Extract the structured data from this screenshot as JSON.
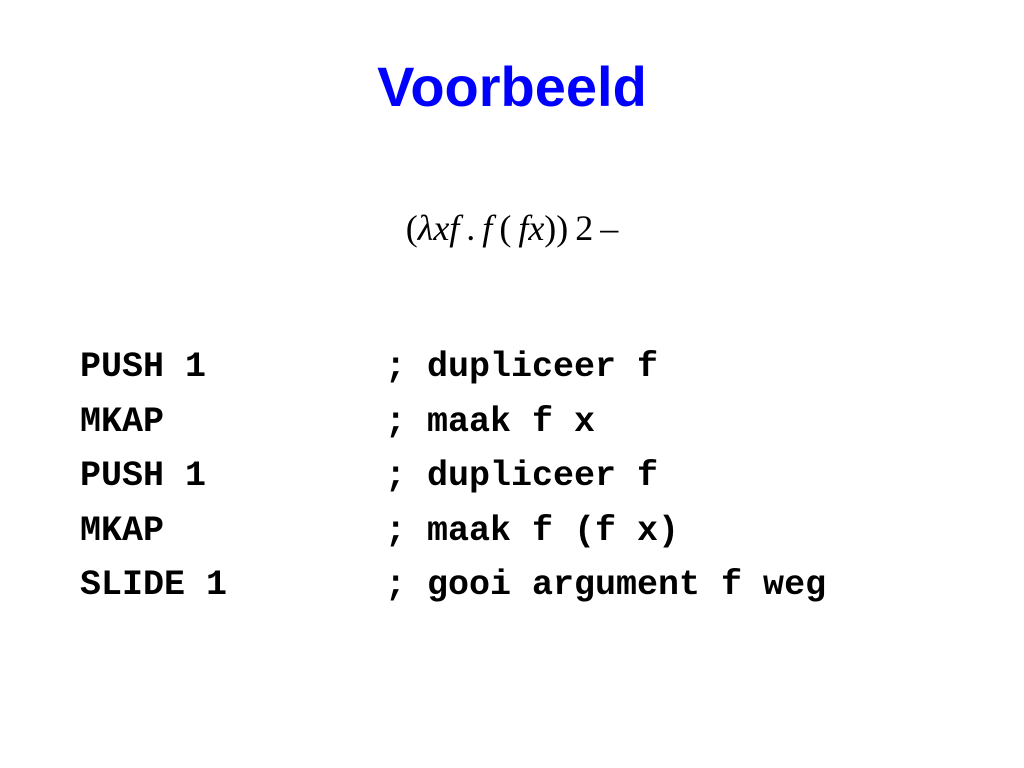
{
  "slide": {
    "title": "Voorbeeld",
    "formula": {
      "open": "(",
      "lambda": "λ",
      "vars": "xf",
      "dot": ".",
      "f": "f",
      "open_inner": "(",
      "fx": "fx",
      "close": "))",
      "arg2": "2",
      "dash": "–"
    },
    "code": [
      {
        "instr": "PUSH 1",
        "comment": "; dupliceer f"
      },
      {
        "instr": "MKAP",
        "comment": "; maak f x"
      },
      {
        "instr": "PUSH 1",
        "comment": "; dupliceer f"
      },
      {
        "instr": "MKAP",
        "comment": "; maak f (f x)"
      },
      {
        "instr": "SLIDE 1",
        "comment": "; gooi argument f weg"
      }
    ]
  }
}
